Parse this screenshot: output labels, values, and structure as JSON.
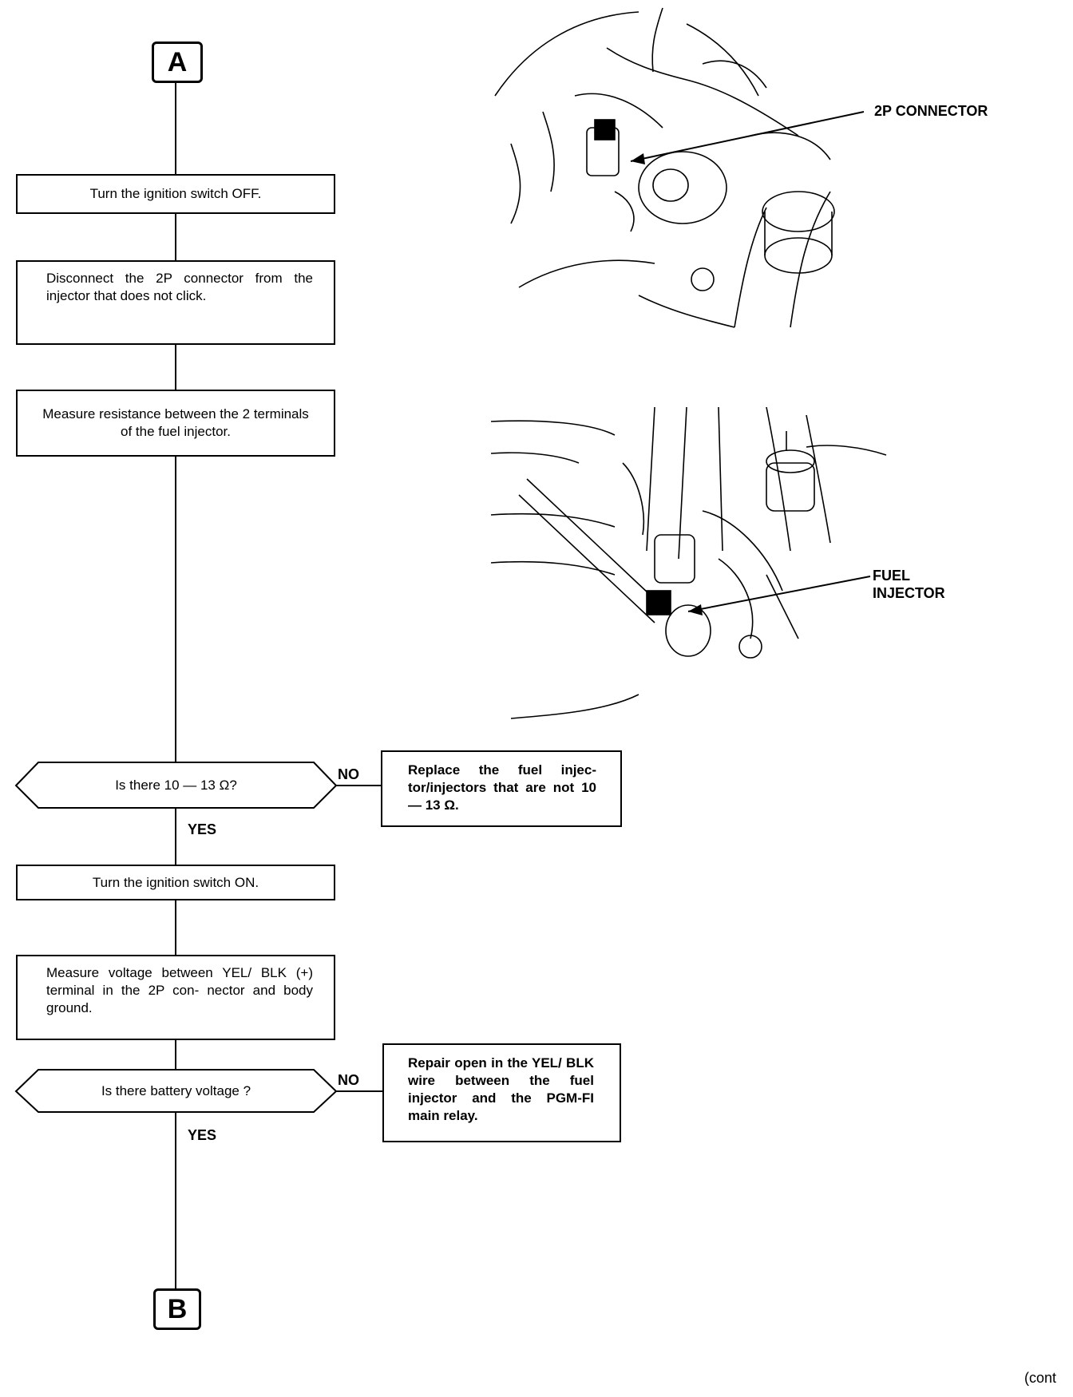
{
  "connectors": {
    "top": "A",
    "bottom": "B"
  },
  "steps": {
    "ignition_off": "Turn the ignition switch OFF.",
    "disconnect": "Disconnect the 2P connector from the injector that does not click.",
    "measure_resistance": "Measure resistance between the 2 terminals of the fuel injector.",
    "ignition_on": "Turn the ignition switch ON.",
    "measure_voltage": "Measure voltage between YEL/ BLK (+) terminal in the 2P con- nector and body ground."
  },
  "decisions": {
    "resistance_q": "Is there 10 — 13 Ω?",
    "voltage_q": "Is there battery voltage ?"
  },
  "results": {
    "replace_injector": "Replace the fuel injec- tor/injectors that are not 10 — 13 Ω.",
    "repair_open": "Repair open in the YEL/ BLK wire between the fuel injector and the PGM-FI main relay."
  },
  "branch_labels": {
    "no_1": "NO",
    "yes_1": "YES",
    "no_2": "NO",
    "yes_2": "YES"
  },
  "callouts": {
    "connector_2p": "2P CONNECTOR",
    "fuel_injector_line1": "FUEL",
    "fuel_injector_line2": "INJECTOR"
  },
  "footer": {
    "continued": "(cont"
  }
}
